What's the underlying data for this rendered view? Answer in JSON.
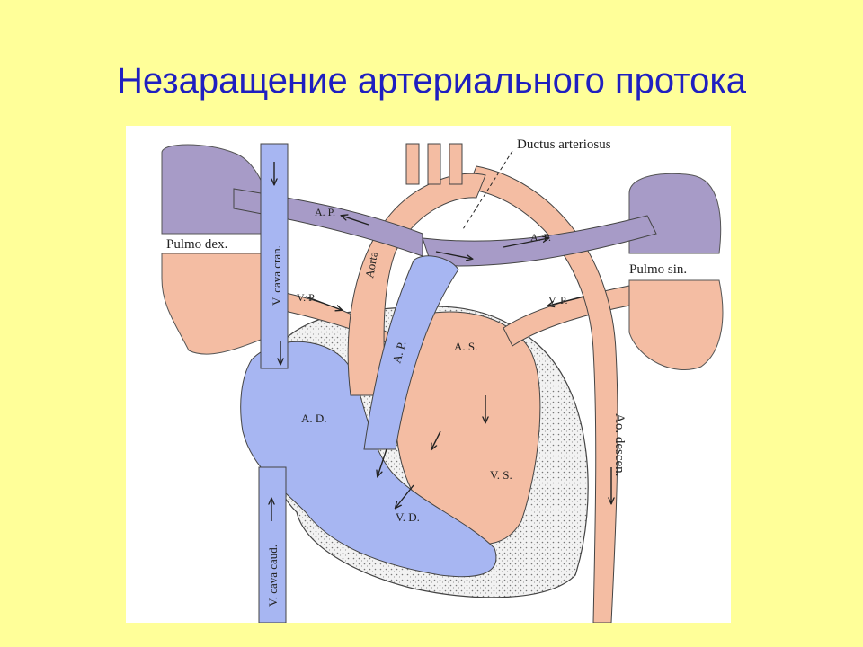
{
  "slide": {
    "title": "Незаращение артериального протока"
  },
  "diagram": {
    "labels": {
      "ductus": "Ductus arteriosus",
      "ap_left": "A. P.",
      "ap_right": "A. P.",
      "pulmo_dex": "Pulmo dex.",
      "pulmo_sin": "Pulmo sin.",
      "aorta": "Aorta",
      "v_cava_cran": "V. cava cran.",
      "vp_left": "V. P.",
      "vp_right": "V. P.",
      "ap_trunk": "A. P.",
      "as": "A. S.",
      "ad": "A. D.",
      "vs": "V. S.",
      "vd": "V. D.",
      "ao_descen": "Ao. descen.",
      "v_cava_caud": "V. cava caud."
    },
    "colors": {
      "venous_blue": "#A7B6F2",
      "arterial_pink": "#F4BDA3",
      "mixed_purple": "#A79BC7",
      "myocardium": "#E9E9E9",
      "background": "#FFFF99",
      "title_color": "#1F1FC0"
    }
  }
}
